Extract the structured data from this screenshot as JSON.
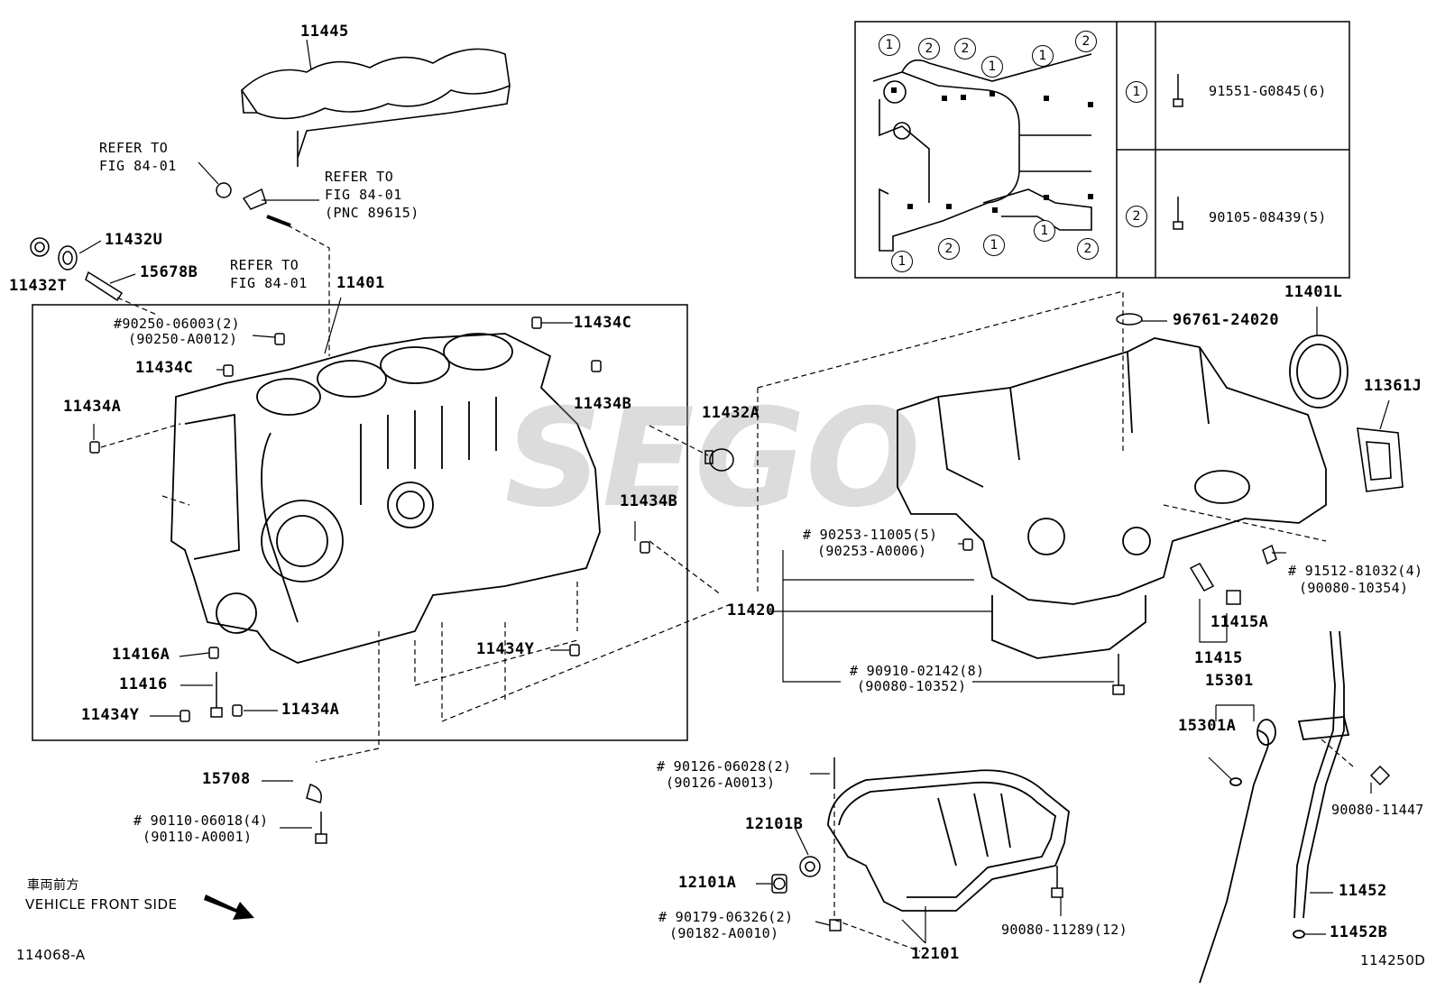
{
  "labels": {
    "p11445": "11445",
    "refer1": "REFER TO\nFIG 84-01",
    "refer2": "REFER TO\nFIG 84-01\n(PNC 89615)",
    "refer3": "REFER TO\nFIG 84-01",
    "p11432U": "11432U",
    "p11432T": "11432T",
    "p15678B": "15678B",
    "p11401": "11401",
    "p90250": "#90250-06003(2)",
    "p90250a": "(90250-A0012)",
    "p11434C_1": "11434C",
    "p11434C_2": "11434C",
    "p11434A_1": "11434A",
    "p11434B_1": "11434B",
    "p11432A": "11432A",
    "p11434B_2": "11434B",
    "p11434Y_1": "11434Y",
    "p11416A": "11416A",
    "p11416": "11416",
    "p11434Y_2": "11434Y",
    "p11434A_2": "11434A",
    "p15708": "15708",
    "p90110": "# 90110-06018(4)",
    "p90110a": "(90110-A0001)",
    "front_jp": "車両前方",
    "front_en": "VEHICLE FRONT SIDE",
    "code_left": "114068-A",
    "code_right": "114250D",
    "p96761": "96761-24020",
    "p11401L": "11401L",
    "p11361J": "11361J",
    "p90253": "# 90253-11005(5)",
    "p90253a": "(90253-A0006)",
    "p11420": "11420",
    "p91512": "# 91512-81032(4)",
    "p91512a": "(90080-10354)",
    "p11415A": "11415A",
    "p11415": "11415",
    "p90910": "# 90910-02142(8)",
    "p90910a": "(90080-10352)",
    "p15301": "15301",
    "p15301A": "15301A",
    "p90080_11447": "90080-11447",
    "p90126": "# 90126-06028(2)",
    "p90126a": "(90126-A0013)",
    "p12101B": "12101B",
    "p12101A": "12101A",
    "p90179": "# 90179-06326(2)",
    "p90179a": "(90182-A0010)",
    "p12101": "12101",
    "p90080_11289": "90080-11289(12)",
    "p11452": "11452",
    "p11452B": "11452B"
  },
  "inset": {
    "rows": [
      {
        "marker": "1",
        "part": "91551-G0845(6)"
      },
      {
        "marker": "2",
        "part": "90105-08439(5)"
      }
    ],
    "top_markers": [
      "1",
      "2",
      "2",
      "1",
      "1",
      "2"
    ],
    "bottom_markers": [
      "1",
      "2",
      "1",
      "1",
      "2"
    ]
  },
  "watermark": "SEGO"
}
